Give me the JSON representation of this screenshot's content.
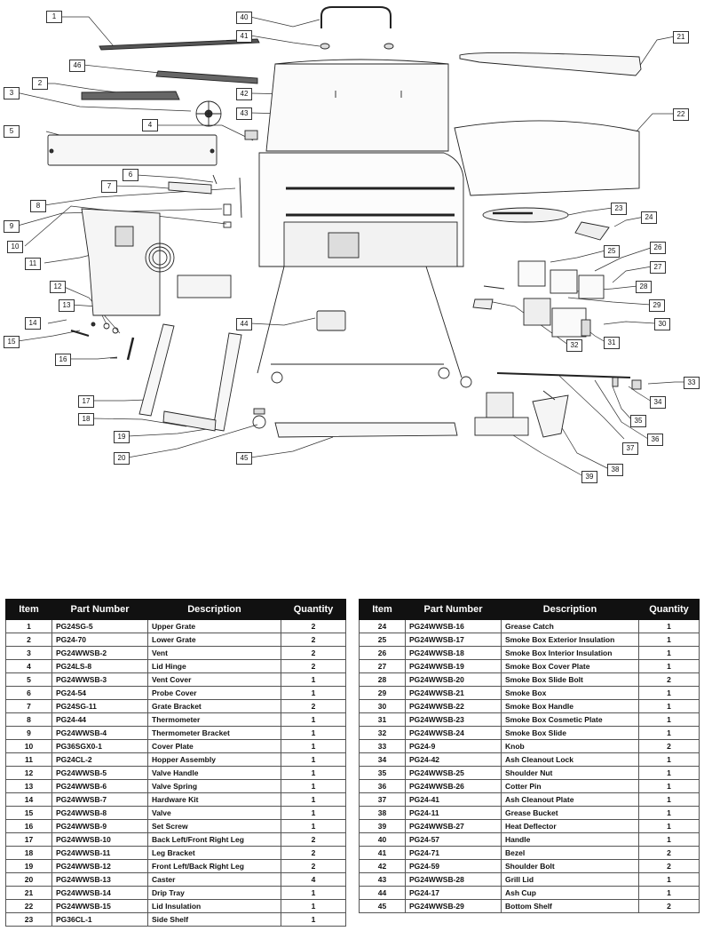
{
  "callouts": [
    "1",
    "2",
    "3",
    "4",
    "5",
    "6",
    "7",
    "8",
    "9",
    "10",
    "11",
    "12",
    "13",
    "14",
    "15",
    "16",
    "17",
    "18",
    "19",
    "20",
    "21",
    "22",
    "23",
    "24",
    "25",
    "26",
    "27",
    "28",
    "29",
    "30",
    "31",
    "32",
    "33",
    "34",
    "35",
    "36",
    "37",
    "38",
    "39",
    "40",
    "41",
    "42",
    "43",
    "44",
    "45",
    "46"
  ],
  "table": {
    "headers": {
      "item": "Item",
      "part": "Part Number",
      "desc": "Description",
      "qty": "Quantity"
    },
    "left": [
      [
        "1",
        "PG24SG-5",
        "Upper Grate",
        "2"
      ],
      [
        "2",
        "PG24-70",
        "Lower Grate",
        "2"
      ],
      [
        "3",
        "PG24WWSB-2",
        "Vent",
        "2"
      ],
      [
        "4",
        "PG24LS-8",
        "Lid Hinge",
        "2"
      ],
      [
        "5",
        "PG24WWSB-3",
        "Vent Cover",
        "1"
      ],
      [
        "6",
        "PG24-54",
        "Probe Cover",
        "1"
      ],
      [
        "7",
        "PG24SG-11",
        "Grate Bracket",
        "2"
      ],
      [
        "8",
        "PG24-44",
        "Thermometer",
        "1"
      ],
      [
        "9",
        "PG24WWSB-4",
        "Thermometer Bracket",
        "1"
      ],
      [
        "10",
        "PG36SGX0-1",
        "Cover Plate",
        "1"
      ],
      [
        "11",
        "PG24CL-2",
        "Hopper Assembly",
        "1"
      ],
      [
        "12",
        "PG24WWSB-5",
        "Valve Handle",
        "1"
      ],
      [
        "13",
        "PG24WWSB-6",
        "Valve Spring",
        "1"
      ],
      [
        "14",
        "PG24WWSB-7",
        "Hardware Kit",
        "1"
      ],
      [
        "15",
        "PG24WWSB-8",
        "Valve",
        "1"
      ],
      [
        "16",
        "PG24WWSB-9",
        "Set Screw",
        "1"
      ],
      [
        "17",
        "PG24WWSB-10",
        "Back Left/Front Right Leg",
        "2"
      ],
      [
        "18",
        "PG24WWSB-11",
        "Leg Bracket",
        "2"
      ],
      [
        "19",
        "PG24WWSB-12",
        "Front Left/Back Right Leg",
        "2"
      ],
      [
        "20",
        "PG24WWSB-13",
        "Caster",
        "4"
      ],
      [
        "21",
        "PG24WWSB-14",
        "Drip Tray",
        "1"
      ],
      [
        "22",
        "PG24WWSB-15",
        "Lid Insulation",
        "1"
      ],
      [
        "23",
        "PG36CL-1",
        "Side Shelf",
        "1"
      ]
    ],
    "right": [
      [
        "24",
        "PG24WWSB-16",
        "Grease Catch",
        "1"
      ],
      [
        "25",
        "PG24WWSB-17",
        "Smoke Box Exterior Insulation",
        "1"
      ],
      [
        "26",
        "PG24WWSB-18",
        "Smoke Box Interior Insulation",
        "1"
      ],
      [
        "27",
        "PG24WWSB-19",
        "Smoke Box Cover Plate",
        "1"
      ],
      [
        "28",
        "PG24WWSB-20",
        "Smoke Box Slide Bolt",
        "2"
      ],
      [
        "29",
        "PG24WWSB-21",
        "Smoke Box",
        "1"
      ],
      [
        "30",
        "PG24WWSB-22",
        "Smoke Box Handle",
        "1"
      ],
      [
        "31",
        "PG24WWSB-23",
        "Smoke Box Cosmetic Plate",
        "1"
      ],
      [
        "32",
        "PG24WWSB-24",
        "Smoke Box Slide",
        "1"
      ],
      [
        "33",
        "PG24-9",
        "Knob",
        "2"
      ],
      [
        "34",
        "PG24-42",
        "Ash Cleanout Lock",
        "1"
      ],
      [
        "35",
        "PG24WWSB-25",
        "Shoulder Nut",
        "1"
      ],
      [
        "36",
        "PG24WWSB-26",
        "Cotter Pin",
        "1"
      ],
      [
        "37",
        "PG24-41",
        "Ash Cleanout Plate",
        "1"
      ],
      [
        "38",
        "PG24-11",
        "Grease Bucket",
        "1"
      ],
      [
        "39",
        "PG24WWSB-27",
        "Heat Deflector",
        "1"
      ],
      [
        "40",
        "PG24-57",
        "Handle",
        "1"
      ],
      [
        "41",
        "PG24-71",
        "Bezel",
        "2"
      ],
      [
        "42",
        "PG24-59",
        "Shoulder Bolt",
        "2"
      ],
      [
        "43",
        "PG24WWSB-28",
        "Grill Lid",
        "1"
      ],
      [
        "44",
        "PG24-17",
        "Ash Cup",
        "1"
      ],
      [
        "45",
        "PG24WWSB-29",
        "Bottom Shelf",
        "2"
      ]
    ]
  }
}
